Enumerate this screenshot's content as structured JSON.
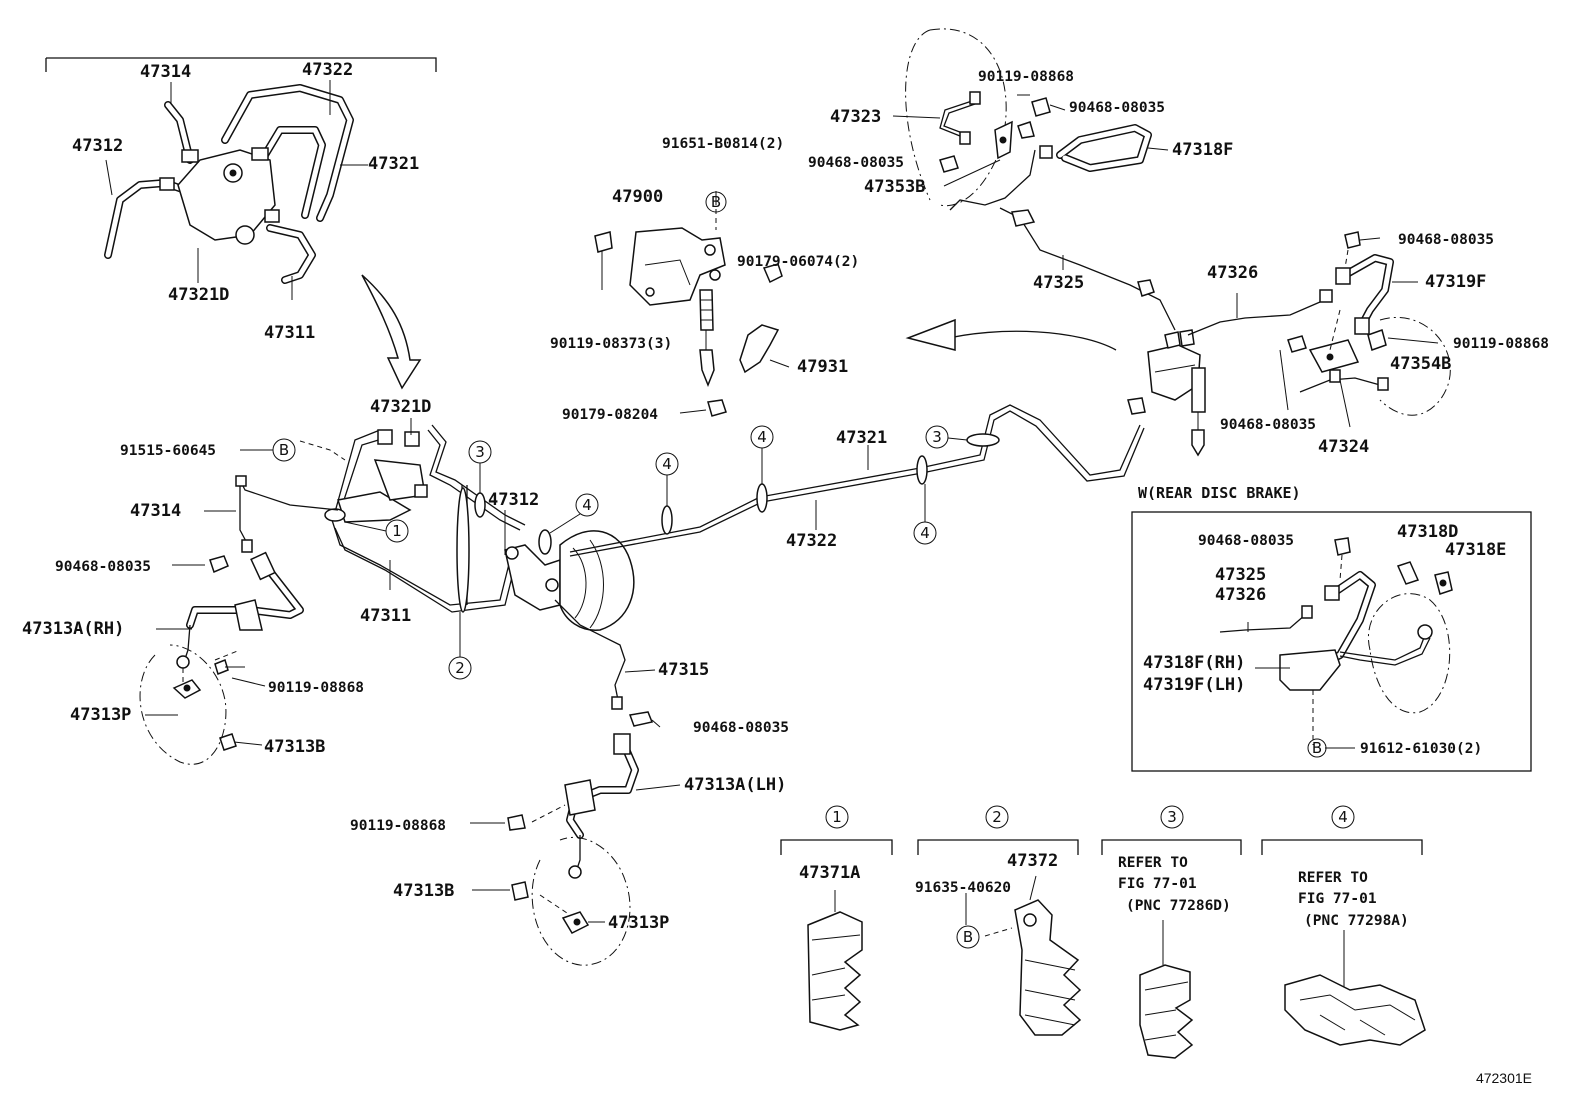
{
  "figure_code": "472301E",
  "labels": {
    "p47314a": "47314",
    "p47322a": "47322",
    "p47312a": "47312",
    "p47321a": "47321",
    "p47321Da": "47321D",
    "p47311a": "47311",
    "p47321Db": "47321D",
    "p91515": "91515-60645",
    "p47314b": "47314",
    "p90468a": "90468-08035",
    "p47313ARH": "47313A(RH)",
    "p90119a": "90119-08868",
    "p47313Pa": "47313P",
    "p47313Ba": "47313B",
    "p47311b": "47311",
    "p47312b": "47312",
    "p47315": "47315",
    "p90468b": "90468-08035",
    "p47313ALH": "47313A(LH)",
    "p90119b": "90119-08868",
    "p47313Bb": "47313B",
    "p47313Pb": "47313P",
    "p91651": "91651-B0814(2)",
    "p47900": "47900",
    "p90179a": "90179-06074(2)",
    "p90119c": "90119-08373(3)",
    "p47931": "47931",
    "p90179b": "90179-08204",
    "p47321b": "47321",
    "p47322b": "47322",
    "p90119d": "90119-08868",
    "p90468c": "90468-08035",
    "p47323": "47323",
    "p90468d": "90468-08035",
    "p47318Fa": "47318F",
    "p47353B": "47353B",
    "p47325a": "47325",
    "p47326a": "47326",
    "p90468e": "90468-08035",
    "p47319Fa": "47319F",
    "p90119e": "90119-08868",
    "p47354B": "47354B",
    "p90468f": "90468-08035",
    "p47324": "47324",
    "inset_title": "W(REAR DISC BRAKE)",
    "p90468g": "90468-08035",
    "p47318D": "47318D",
    "p47318E": "47318E",
    "p47325b": "47325",
    "p47326b": "47326",
    "p47318FRH": "47318F(RH)",
    "p47319FLH": "47319F(LH)",
    "p91612": "91612-61030(2)",
    "p47371A": "47371A",
    "p91635": "91635-40620",
    "p47372": "47372",
    "ref3_l1": "REFER TO",
    "ref3_l2": "FIG 77-01",
    "ref3_l3": "(PNC 77286D)",
    "ref4_l1": "REFER TO",
    "ref4_l2": "FIG 77-01",
    "ref4_l3": "(PNC 77298A)"
  },
  "callouts": {
    "one": "1",
    "two": "2",
    "three": "3",
    "four": "4",
    "b": "B"
  }
}
